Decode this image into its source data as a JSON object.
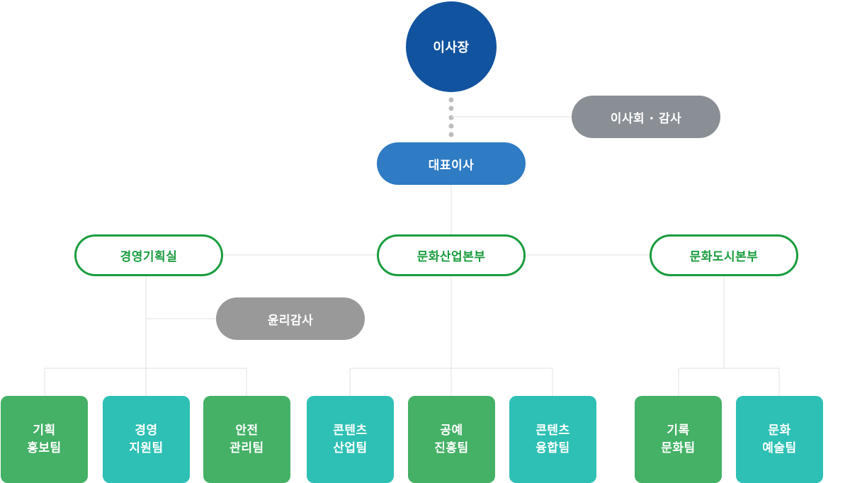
{
  "colors": {
    "chairman": "#12539f",
    "ceo": "#2f7bc4",
    "gray_pill": "#8a8f96",
    "gray_pill_light": "#999999",
    "division_border": "#1a9c3e",
    "division_text": "#1a9c3e",
    "team_green": "#44b166",
    "team_teal": "#2ec0b5",
    "connector": "#e2e2e2",
    "dots": "#bdbdbd"
  },
  "chairman": {
    "label": "이사장"
  },
  "board": {
    "label": "이사회 · 감사"
  },
  "ceo": {
    "label": "대표이사"
  },
  "divisions": [
    {
      "label": "경영기획실"
    },
    {
      "label": "문화산업본부"
    },
    {
      "label": "문화도시본부"
    }
  ],
  "ethics_audit": {
    "label": "윤리감사"
  },
  "teams": [
    {
      "line1": "기획",
      "line2": "홍보팀",
      "color": "green"
    },
    {
      "line1": "경영",
      "line2": "지원팀",
      "color": "teal"
    },
    {
      "line1": "안전",
      "line2": "관리팀",
      "color": "green"
    },
    {
      "line1": "콘텐츠",
      "line2": "산업팀",
      "color": "teal"
    },
    {
      "line1": "공예",
      "line2": "진흥팀",
      "color": "green"
    },
    {
      "line1": "콘텐츠",
      "line2": "융합팀",
      "color": "teal"
    },
    {
      "line1": "기록",
      "line2": "문화팀",
      "color": "green"
    },
    {
      "line1": "문화",
      "line2": "예술팀",
      "color": "teal"
    }
  ]
}
